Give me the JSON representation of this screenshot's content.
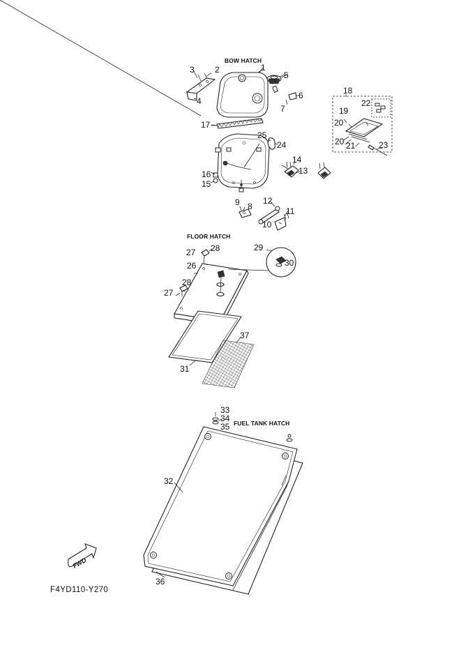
{
  "sections": {
    "bow_hatch": "BOW HATCH",
    "floor_hatch": "FLOOR HATCH",
    "fuel_tank_hatch": "FUEL TANK HATCH"
  },
  "direction_label": "FWD",
  "diagram_code": "F4YD110-Y270",
  "callouts": {
    "c1": "1",
    "c2": "2",
    "c3": "3",
    "c4": "4",
    "c5": "5",
    "c6": "6",
    "c7": "7",
    "c8": "8",
    "c9": "9",
    "c10": "10",
    "c11": "11",
    "c12": "12",
    "c13": "13",
    "c14": "14",
    "c15": "15",
    "c16": "16",
    "c17": "17",
    "c18": "18",
    "c19": "19",
    "c20a": "20",
    "c20b": "20",
    "c21": "21",
    "c22": "22",
    "c23": "23",
    "c24": "24",
    "c25": "25",
    "c26": "26",
    "c27a": "27",
    "c27b": "27",
    "c28a": "28",
    "c28b": "28",
    "c29": "29",
    "c30": "30",
    "c31": "31",
    "c32": "32",
    "c33": "33",
    "c34": "34",
    "c35": "35",
    "c36": "36",
    "c37": "37"
  }
}
